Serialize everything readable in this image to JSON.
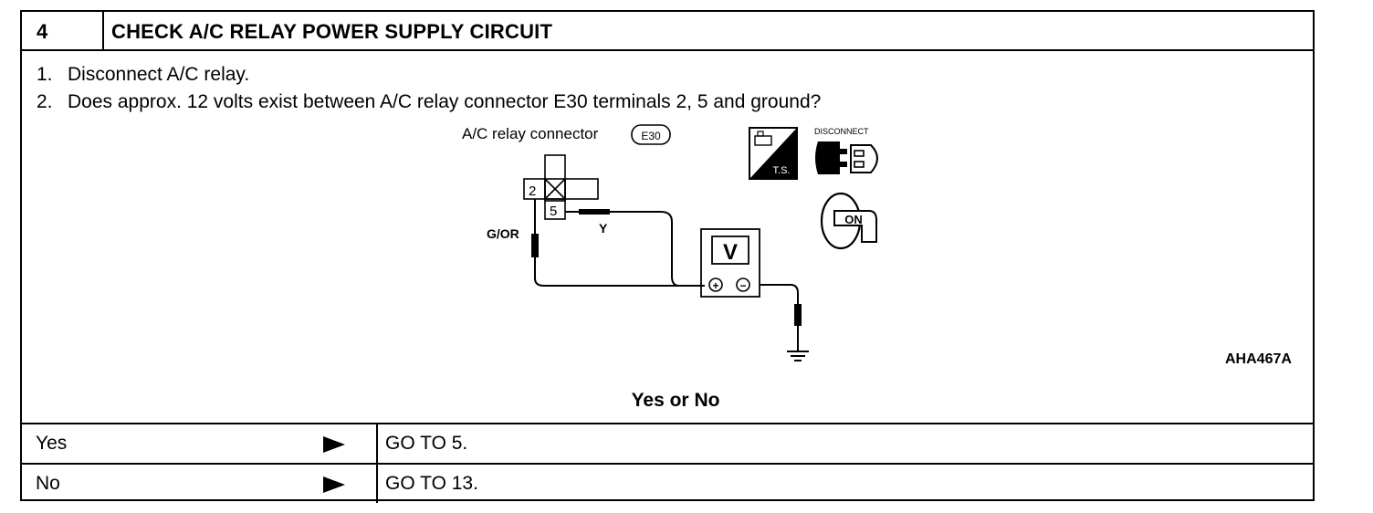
{
  "header": {
    "step_number": "4",
    "title": "CHECK A/C RELAY POWER SUPPLY CIRCUIT"
  },
  "steps": [
    {
      "num": "1.",
      "text": "Disconnect A/C relay."
    },
    {
      "num": "2.",
      "text": "Does approx. 12 volts exist between A/C relay connector E30 terminals 2, 5 and ground?"
    }
  ],
  "figure": {
    "connector_label": "A/C relay connector",
    "connector_id": "E30",
    "terminal_a": "2",
    "terminal_b": "5",
    "wire_a": "G/OR",
    "wire_b": "Y",
    "meter_symbol": "V",
    "plus": "+",
    "minus": "−",
    "ts_label": "T.S.",
    "disconnect_label": "DISCONNECT",
    "ignition_label": "ON",
    "figure_id": "AHA467A"
  },
  "question": "Yes or No",
  "results": [
    {
      "answer": "Yes",
      "action": "GO TO 5."
    },
    {
      "answer": "No",
      "action": "GO TO 13."
    }
  ]
}
